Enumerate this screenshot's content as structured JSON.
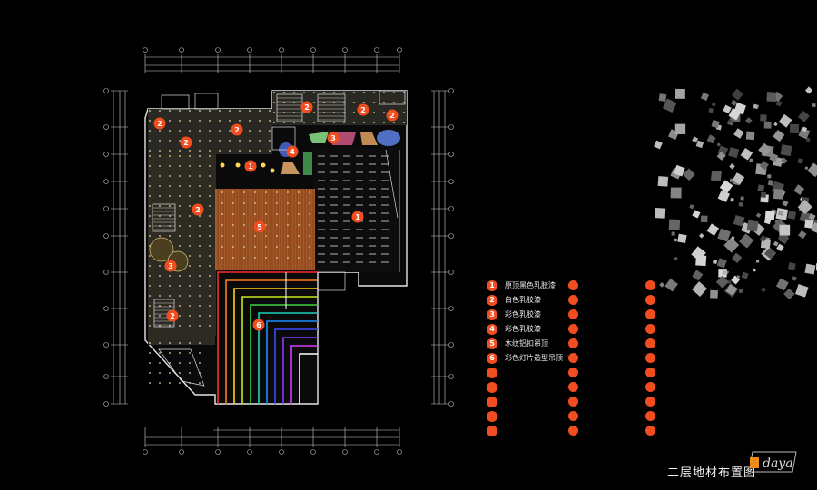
{
  "title": "二层地材布置图",
  "legend": [
    {
      "num": "1",
      "label": "原顶黑色乳胶漆"
    },
    {
      "num": "2",
      "label": "白色乳胶漆"
    },
    {
      "num": "3",
      "label": "彩色乳胶漆"
    },
    {
      "num": "4",
      "label": "彩色乳胶漆"
    },
    {
      "num": "5",
      "label": "木纹铝扣吊顶"
    },
    {
      "num": "6",
      "label": "彩色灯片造型吊顶"
    },
    {
      "num": "",
      "label": ""
    },
    {
      "num": "",
      "label": ""
    },
    {
      "num": "",
      "label": ""
    },
    {
      "num": "",
      "label": ""
    },
    {
      "num": "",
      "label": ""
    }
  ],
  "markers": [
    "2",
    "2",
    "2",
    "2",
    "2",
    "2",
    "2",
    "3",
    "4",
    "1",
    "1",
    "2",
    "5",
    "1",
    "3",
    "2",
    "6"
  ],
  "logo_text": "daya",
  "colors": {
    "accent": "#f24d1e",
    "background": "#000000",
    "line": "#d9d9d9",
    "wood": "#b0612c"
  }
}
